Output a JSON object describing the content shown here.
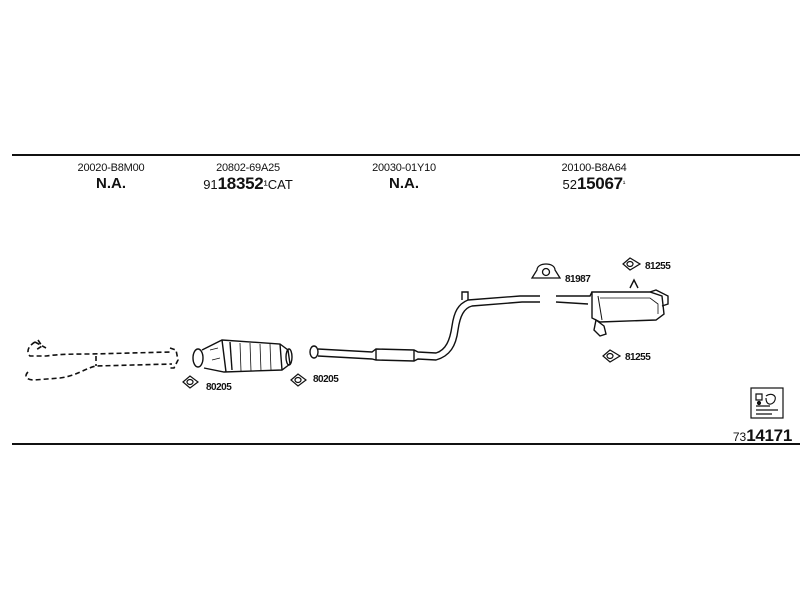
{
  "columns": [
    {
      "oem": "20020-B8M00",
      "prefix": "",
      "number": "N.A.",
      "suffix": ""
    },
    {
      "oem": "20802-69A25",
      "prefix": "91",
      "number": "18352",
      "suffix": "¹CAT"
    },
    {
      "oem": "20030-01Y10",
      "prefix": "",
      "number": "N.A.",
      "suffix": ""
    },
    {
      "oem": "20100-B8A64",
      "prefix": "52",
      "number": "15067",
      "suffix": "¹"
    }
  ],
  "callouts": {
    "gasket_cat_front": "80205",
    "gasket_cat_rear": "80205",
    "clamp": "81987",
    "hanger_top": "81255",
    "hanger_bottom": "81255"
  },
  "catalog": {
    "prefix": "73",
    "number": "14171"
  },
  "icons": [
    "front-pipe-icon",
    "catalytic-converter-icon",
    "middle-pipe-icon",
    "rear-muffler-icon",
    "gasket-icon",
    "clamp-icon",
    "hanger-icon",
    "fitting-instructions-icon"
  ],
  "colors": {
    "line": "#111111",
    "background": "#ffffff"
  }
}
